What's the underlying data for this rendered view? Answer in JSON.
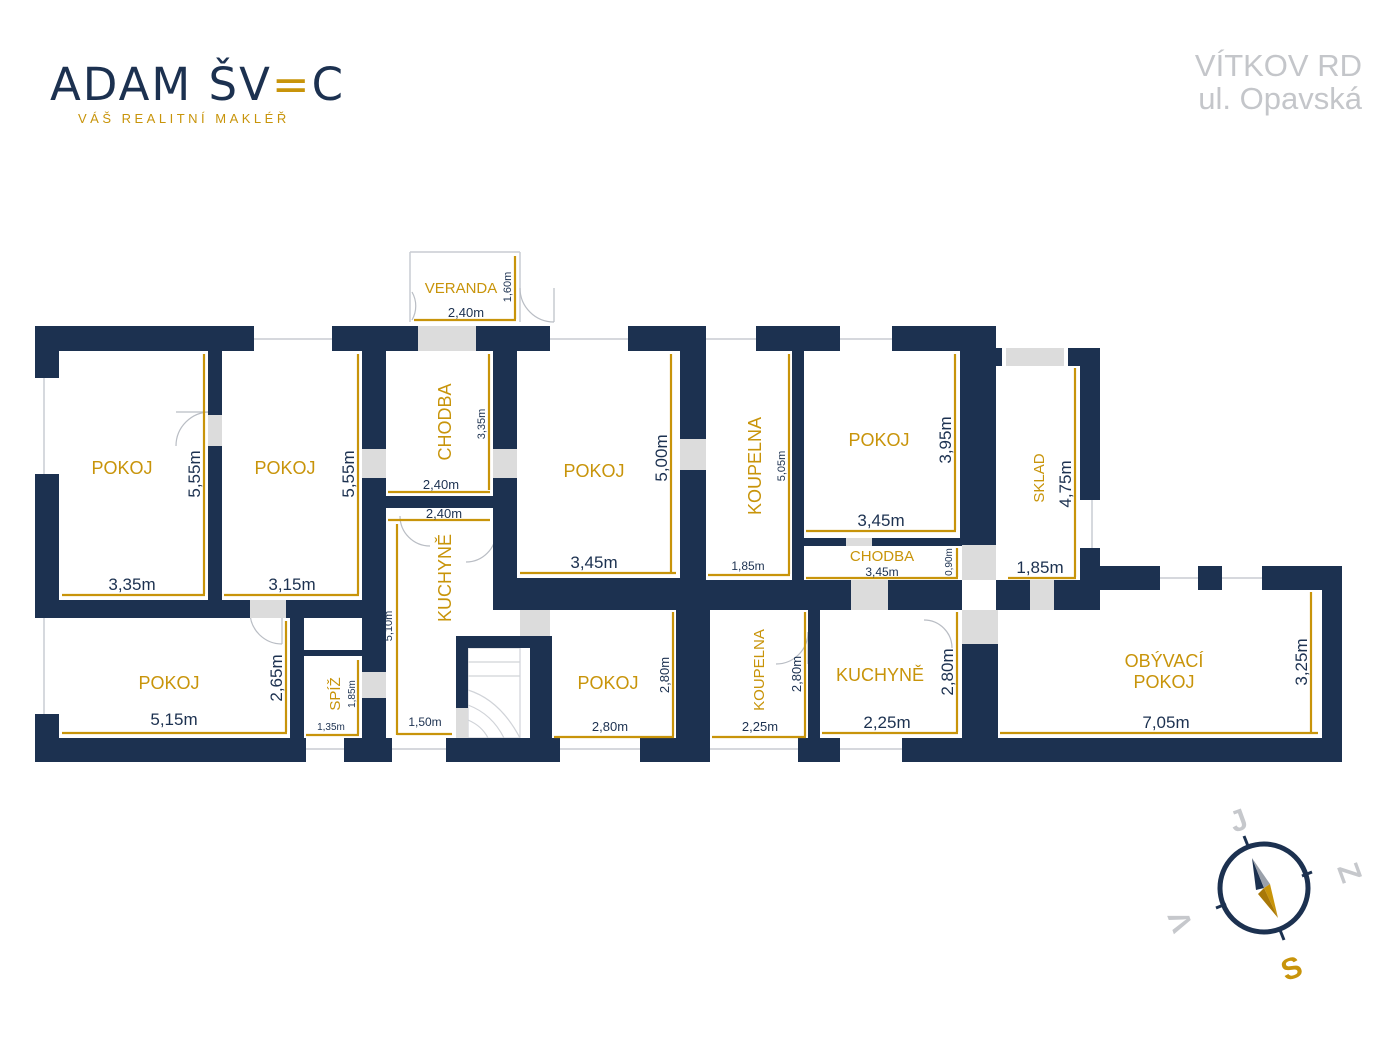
{
  "logo": {
    "name_prefix": "ADAM ŠV",
    "name_suffix": "C",
    "tagline": "VÁŠ REALITNÍ MAKLÉŘ"
  },
  "address": {
    "line1": "VÍTKOV RD",
    "line2": "ul. Opavská"
  },
  "rooms": {
    "veranda": "VERANDA",
    "pokoj_1": "POKOJ",
    "pokoj_2": "POKOJ",
    "chodba_1": "CHODBA",
    "pokoj_3": "POKOJ",
    "koupelna_1": "KOUPELNA",
    "pokoj_4": "POKOJ",
    "sklad": "SKLAD",
    "kuchyne_1": "KUCHYNĚ",
    "chodba_2": "CHODBA",
    "pokoj_5": "POKOJ",
    "spiz": "SPÍŽ",
    "pokoj_6": "POKOJ",
    "koupelna_2": "KOUPELNA",
    "kuchyne_2": "KUCHYNĚ",
    "obyvaci_1": "OBÝVACÍ",
    "obyvaci_2": "POKOJ"
  },
  "dimensions": {
    "veranda_w": "2,40m",
    "veranda_h": "1,60m",
    "pokoj1_w": "3,35m",
    "pokoj1_h": "5,55m",
    "pokoj2_w": "3,15m",
    "pokoj2_h": "5,55m",
    "chodba1_w": "2,40m",
    "chodba1_h": "3,35m",
    "pokoj3_w": "3,45m",
    "pokoj3_h": "5,00m",
    "koupelna1_w": "1,85m",
    "koupelna1_h": "5,05m",
    "pokoj4_w": "3,45m",
    "pokoj4_h": "3,95m",
    "sklad_w": "1,85m",
    "sklad_h": "4,75m",
    "kuchyne1_w_top": "2,40m",
    "kuchyne1_w_bottom": "1,50m",
    "kuchyne1_h": "5,10m",
    "chodba2_w": "3,45m",
    "chodba2_h": "0,90m",
    "pokoj5_w": "5,15m",
    "pokoj5_h": "2,65m",
    "spiz_w": "1,35m",
    "spiz_h": "1,85m",
    "pokoj6_w": "2,80m",
    "pokoj6_h": "2,80m",
    "koupelna2_w": "2,25m",
    "koupelna2_h": "2,80m",
    "kuchyne2_w": "2,25m",
    "kuchyne2_h": "2,80m",
    "obyvaci_w": "7,05m",
    "obyvaci_h": "3,25m"
  },
  "compass": {
    "north": "J",
    "east": "Z",
    "west": "V",
    "south": "S",
    "needle_icon": "compass-needle-icon"
  },
  "colors": {
    "wall": "#1c3150",
    "accent": "#c8940a",
    "muted": "#c4c6ca"
  }
}
